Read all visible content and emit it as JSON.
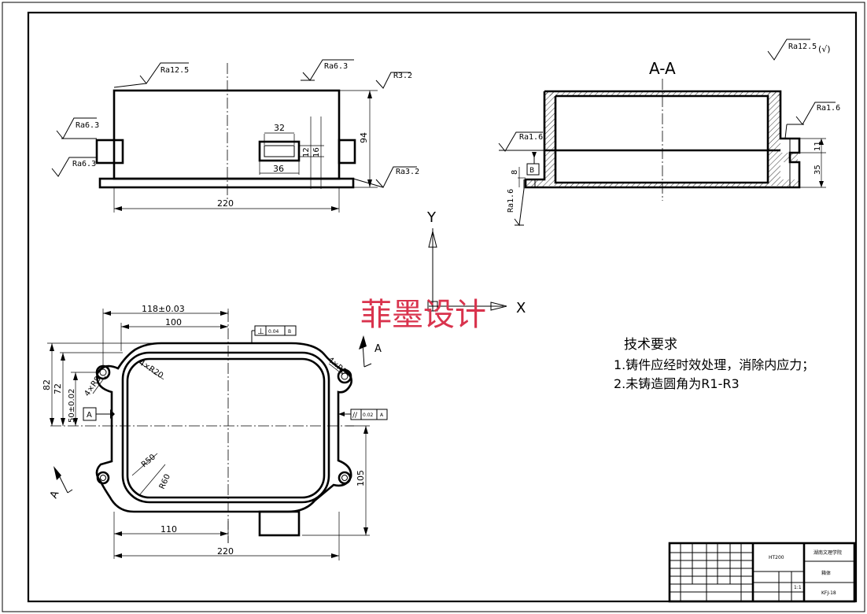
{
  "front_view": {
    "roughness_top_left": "Ra12.5",
    "roughness_top_right": "Ra6.3",
    "roughness_r32_top": "R3.2",
    "roughness_left_upper": "Ra6.3",
    "roughness_left_lower": "Ra6.3",
    "roughness_r32_bottom": "Ra3.2",
    "dim_slot_top": "32",
    "dim_slot_bottom": "36",
    "dim_slot_h1": "12",
    "dim_slot_h2": "16",
    "dim_height": "94",
    "dim_width": "220"
  },
  "section_view": {
    "title": "A-A",
    "roughness_general": "Ra12.5",
    "roughness_general_suffix": "(√)",
    "roughness_right": "Ra1.6",
    "roughness_left": "Ra1.6",
    "roughness_bottom": "Ra1.6",
    "datum_label": "B",
    "dim_8": "8",
    "dim_11": "11",
    "dim_35": "35"
  },
  "axes": {
    "y_label": "Y",
    "x_label": "X"
  },
  "watermark": "菲墨设计",
  "top_view": {
    "dim_118": "118±0.03",
    "dim_100": "100",
    "dim_82": "82",
    "dim_72": "72",
    "dim_50": "50±0.02",
    "dim_4xr8": "4×R8",
    "dim_4xr20": "4×R20",
    "dim_4xr8_right": "4×R8",
    "dim_r50": "R50",
    "dim_r60": "R60",
    "dim_110": "110",
    "dim_220": "220",
    "dim_105": "105",
    "datum_a": "A",
    "section_label_top": "A",
    "section_label_bottom": "A",
    "tol_perp_symbol": "⊥",
    "tol_perp_value": "0.04",
    "tol_perp_datum": "B",
    "tol_par_symbol": "//",
    "tol_par_value": "0.02",
    "tol_par_datum": "A"
  },
  "tech_requirements": {
    "title": "技术要求",
    "item1": "1.铸件应经时效处理，消除内应力；",
    "item2": "2.未铸造圆角为R1-R3"
  },
  "title_block": {
    "material": "HT200",
    "school": "湖南文理学院",
    "part_name": "箱体",
    "drawing_no": "KFJ-18",
    "scale": "1:1"
  }
}
